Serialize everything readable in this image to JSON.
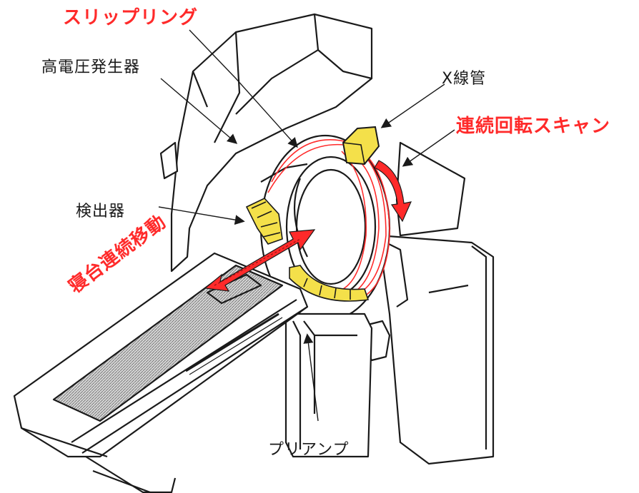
{
  "labels": {
    "slip_ring": "スリップリング",
    "hv_generator": "高電圧発生器",
    "xray_tube": "X線管",
    "continuous_scan": "連続回転スキャン",
    "detector": "検出器",
    "couch_motion": "寝台連続移動",
    "preamp": "プリアンプ"
  },
  "colors": {
    "accent_red": "#ff2a2a",
    "component_yellow": "#f4e04a",
    "line_dark": "#1a1a1a",
    "couch_hatch": "#9a9a9a"
  }
}
